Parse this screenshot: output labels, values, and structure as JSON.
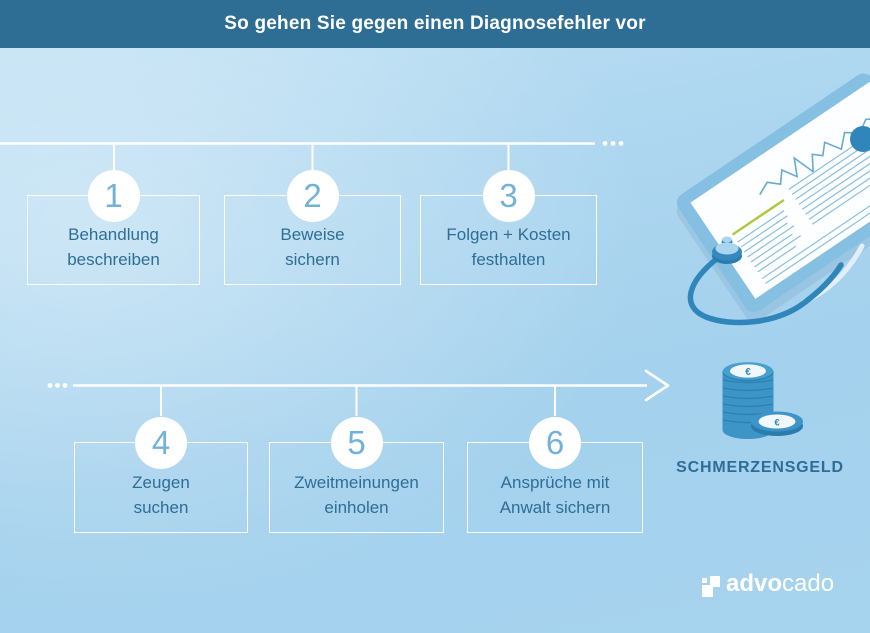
{
  "title_bar": {
    "title": "So gehen Sie gegen einen Diagnosefehler vor"
  },
  "steps": [
    {
      "number": "1",
      "line1": "Behandlung",
      "line2": "beschreiben"
    },
    {
      "number": "2",
      "line1": "Beweise",
      "line2": "sichern"
    },
    {
      "number": "3",
      "line1": "Folgen + Kosten",
      "line2": "festhalten"
    },
    {
      "number": "4",
      "line1": "Zeugen",
      "line2": "suchen"
    },
    {
      "number": "5",
      "line1": "Zweitmeinungen",
      "line2": "einholen"
    },
    {
      "number": "6",
      "line1": "Ansprüche mit",
      "line2": "Anwalt sichern"
    }
  ],
  "result": {
    "label": "SCHMERZENSGELD"
  },
  "coins": {
    "symbol": "€"
  },
  "logo": {
    "prefix": "advo",
    "suffix": "cado"
  },
  "icons": {
    "timeline_row1": "ellipsis-dots-icon",
    "timeline_row2": "ellipsis-dots-icon",
    "arrow": "arrow-right-icon",
    "coins": "euro-coin-stack-icon",
    "illustration": "medical-report-clipboard-icon",
    "stethoscope": "stethoscope-icon",
    "logo": "advocado-pixel-icon"
  },
  "colors": {
    "header_bg": "#2e6e95",
    "background": "#a6d3ee",
    "background_light": "#c2e2f4",
    "text_blue": "#2e6e96",
    "number_blue": "#72b2d9",
    "line_white": "#ffffff",
    "coin_blue": "#3c94c7",
    "coin_dark": "#2e80b1",
    "tube_blue": "#2f86bb",
    "board_blue": "#85bfe1",
    "accent_green": "#aec73d"
  }
}
